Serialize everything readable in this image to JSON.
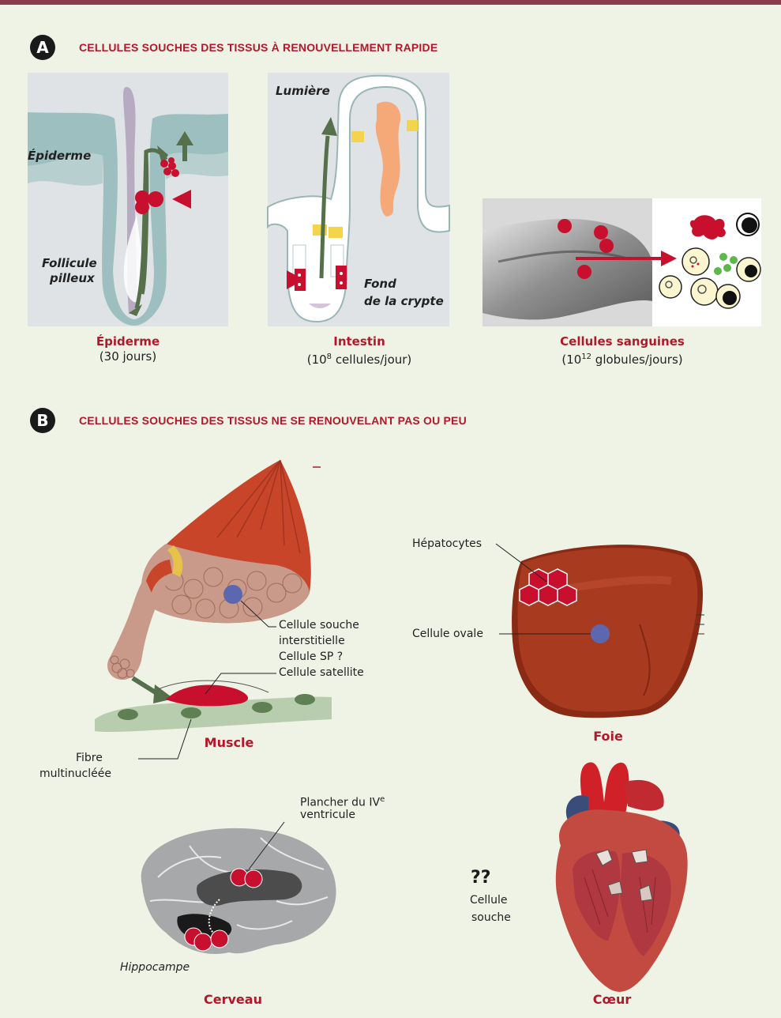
{
  "section_a": {
    "letter": "A",
    "title": "CELLULES SOUCHES DES TISSUS À RENOUVELLEMENT RAPIDE",
    "epiderme": {
      "label_epiderme": "Épiderme",
      "label_follicule_1": "Follicule",
      "label_follicule_2": "pilleux",
      "caption_name": "Épiderme",
      "caption_detail": "(30 jours)"
    },
    "intestin": {
      "label_lumiere": "Lumière",
      "label_fond_1": "Fond",
      "label_fond_2": "de la crypte",
      "caption_name": "Intestin",
      "caption_detail_pre": "(10",
      "caption_detail_exp": "8",
      "caption_detail_post": " cellules/jour)"
    },
    "sang": {
      "caption_name": "Cellules sanguines",
      "caption_detail_pre": "(10",
      "caption_detail_exp": "12",
      "caption_detail_post": " globules/jours)"
    }
  },
  "section_b": {
    "letter": "B",
    "title": "CELLULES SOUCHES DES TISSUS NE SE RENOUVELANT PAS OU PEU",
    "muscle": {
      "name": "Muscle",
      "label_interstitielle_1": "Cellule souche",
      "label_interstitielle_2": "interstitielle",
      "label_interstitielle_3": "Cellule SP ?",
      "label_satellite": "Cellule satellite",
      "label_fibre_1": "Fibre",
      "label_fibre_2": "multinucléée"
    },
    "foie": {
      "name": "Foie",
      "label_hepatocytes": "Hépatocytes",
      "label_ovale": "Cellule ovale"
    },
    "cerveau": {
      "name": "Cerveau",
      "label_plancher_1": "Plancher du IV",
      "label_plancher_exp": "e",
      "label_plancher_2": "ventricule",
      "label_hippocampe": "Hippocampe"
    },
    "coeur": {
      "name": "Cœur",
      "question": "??",
      "label_souche_1": "Cellule",
      "label_souche_2": "souche"
    }
  },
  "colors": {
    "accent": "#b3182a",
    "stem_cell": "#c8102e",
    "arrow_green": "#55704a",
    "blue_cell": "#5b68b0",
    "top_bar": "#8a3a4a",
    "background": "#eef3e5"
  }
}
